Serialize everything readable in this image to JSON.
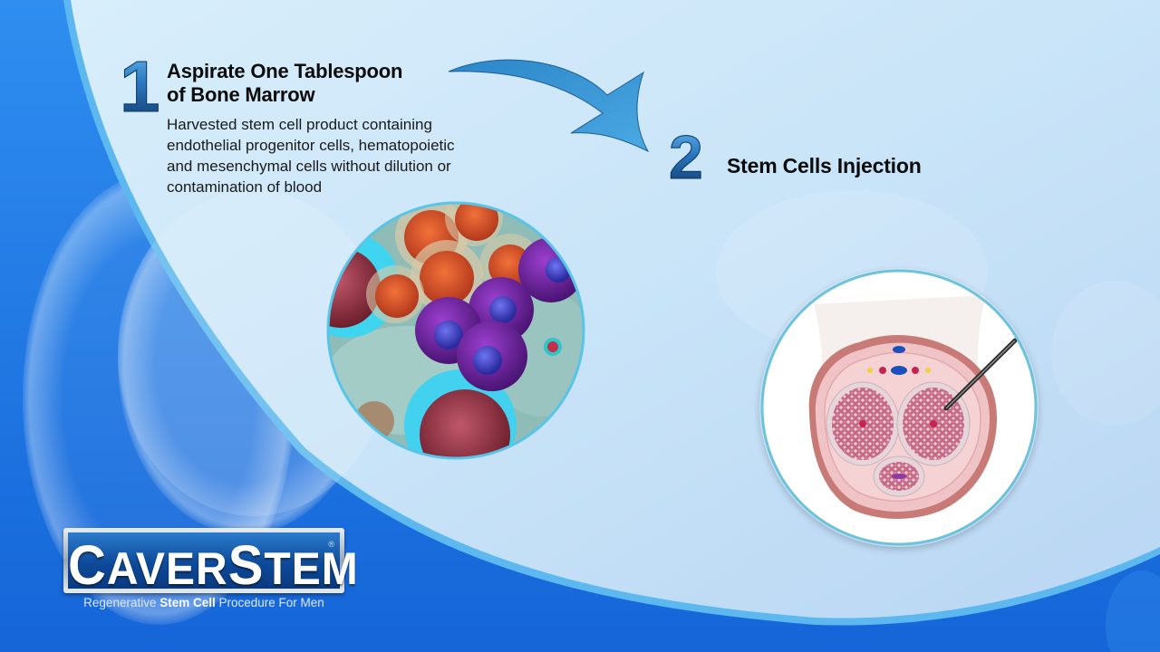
{
  "step1": {
    "number": "1",
    "title_line1": "Aspirate One Tablespoon",
    "title_line2": "of Bone Marrow",
    "description": [
      "Harvested stem cell product containing",
      "endothelial progenitor cells, hematopoietic",
      "and mesenchymal cells without dilution or",
      "contamination of blood"
    ],
    "image": "stem-cells-illustration"
  },
  "step2": {
    "number": "2",
    "title": "Stem Cells Injection",
    "image": "penile-cross-section-injection-illustration"
  },
  "arrow": "curved-arrow-step1-to-step2",
  "logo": {
    "cap1": "C",
    "mid1": "AVER",
    "cap2": "S",
    "mid2": "TEM",
    "registered": "®",
    "tagline_pre": "Regenerative ",
    "tagline_bold": "Stem Cell",
    "tagline_post": " Procedure For Men"
  },
  "colors": {
    "background_blue": "#1a6fe0",
    "panel_light": "#c4e0f6",
    "edge_cyan": "#5cb8ee",
    "arrow_blue": "#3596d6",
    "number_blue": "#2a78c0"
  }
}
